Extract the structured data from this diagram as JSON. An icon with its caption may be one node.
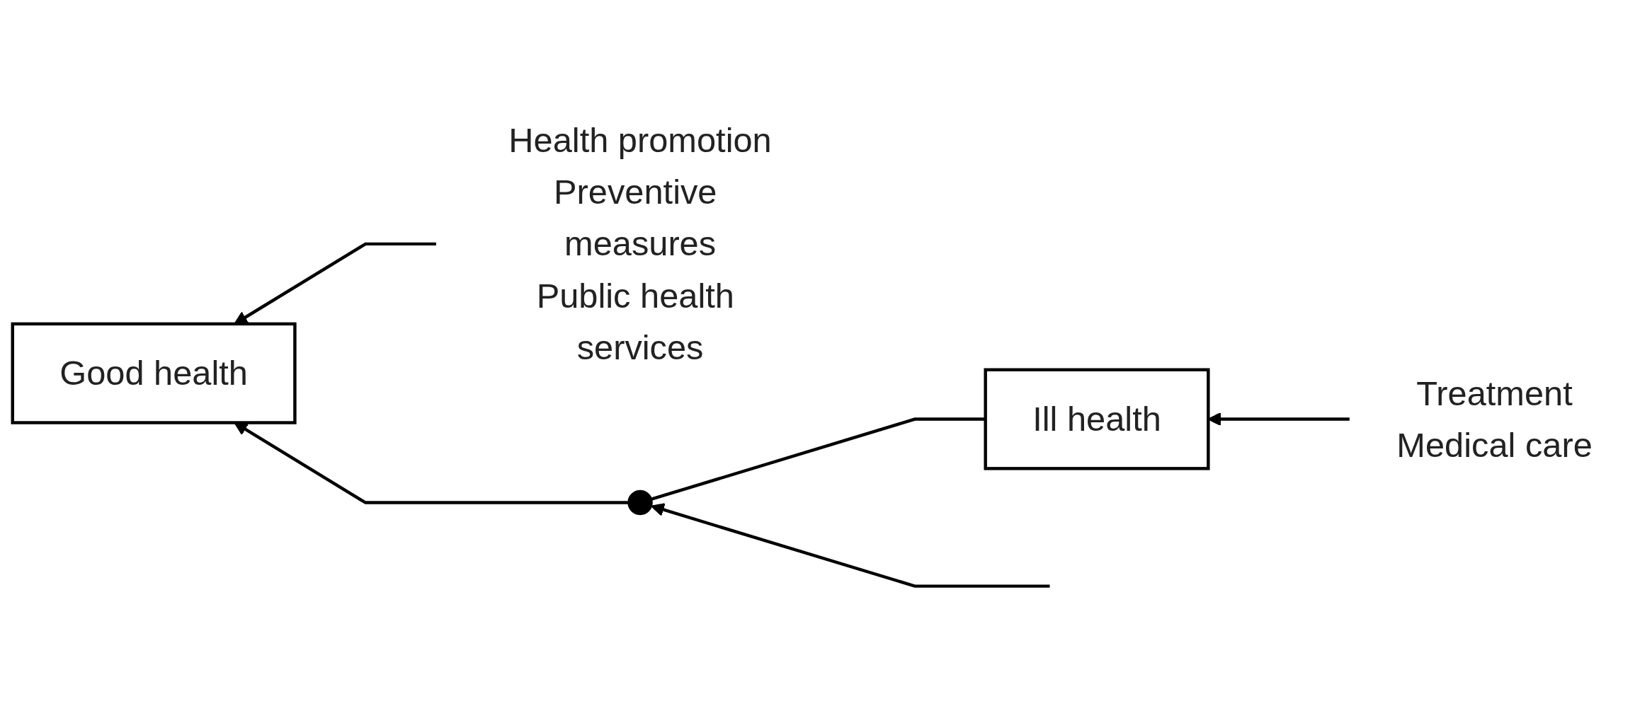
{
  "diagram": {
    "nodes": [
      {
        "text": [
          "Good health"
        ]
      },
      {
        "text": [
          "Ill health"
        ]
      },
      {
        "text": [
          "Treatment",
          "Medical care"
        ]
      },
      {
        "text": [
          "Health promotion",
          "Preventive measures",
          "Public health services"
        ]
      },
      {
        "text": [],
        "shape": "circle"
      }
    ],
    "edges": [
      {
        "from": 2,
        "to": 1,
        "arrow": "to"
      },
      {
        "from": 3,
        "to": 0,
        "arrow": "to"
      },
      {
        "from": 1,
        "to": 4,
        "arrow": "none"
      },
      {
        "from": 4,
        "to": 0,
        "arrow": "to"
      },
      {
        "from": null,
        "to": 4,
        "arrow": "to"
      }
    ]
  }
}
